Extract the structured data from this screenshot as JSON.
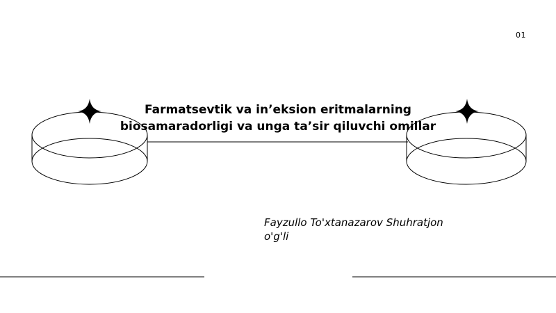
{
  "slide": {
    "page_number": "01",
    "title_lines": [
      "Farmatsevtik va in’eksion eritmalarning",
      "biosamaradorligi va unga ta’sir qiluvchi omillar"
    ],
    "author_lines": [
      "Fayzullo To'xtanazarov Shuhratjon",
      "o'g'li"
    ]
  },
  "decoration": {
    "left_icon": "four-point-star-icon",
    "right_icon": "four-point-star-icon",
    "line_color": "#000000"
  }
}
